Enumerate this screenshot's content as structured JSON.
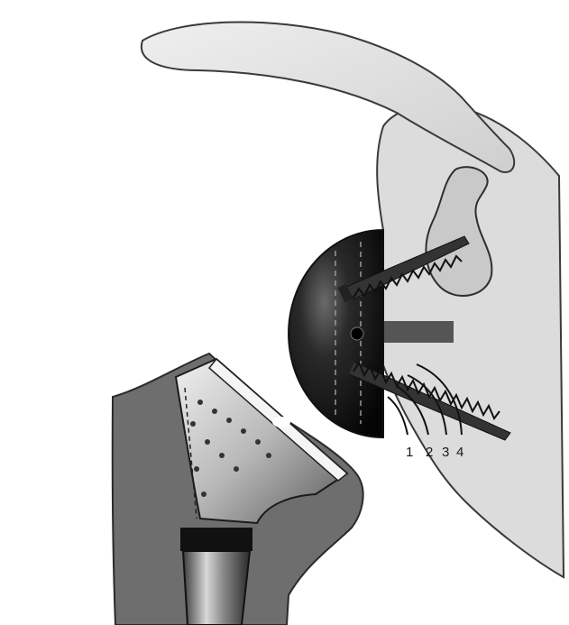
{
  "diagram": {
    "position_labels": [
      "1",
      "2",
      "3",
      "4"
    ]
  },
  "colors": {
    "background": "#ffffff",
    "bone_light": "#e2e2e2",
    "bone_outline": "#3a3a3a",
    "humerus_bone": "#6e6e6e",
    "sphere_dark": "#111111",
    "stem_metal": "#9a9a9a",
    "baseplate_peg": "#555555"
  },
  "icons": {
    "scapula": "scapula-illustration",
    "glenosphere": "glenosphere-illustration",
    "screw": "bone-screw-icon",
    "humeral_component": "humeral-stem-illustration"
  }
}
